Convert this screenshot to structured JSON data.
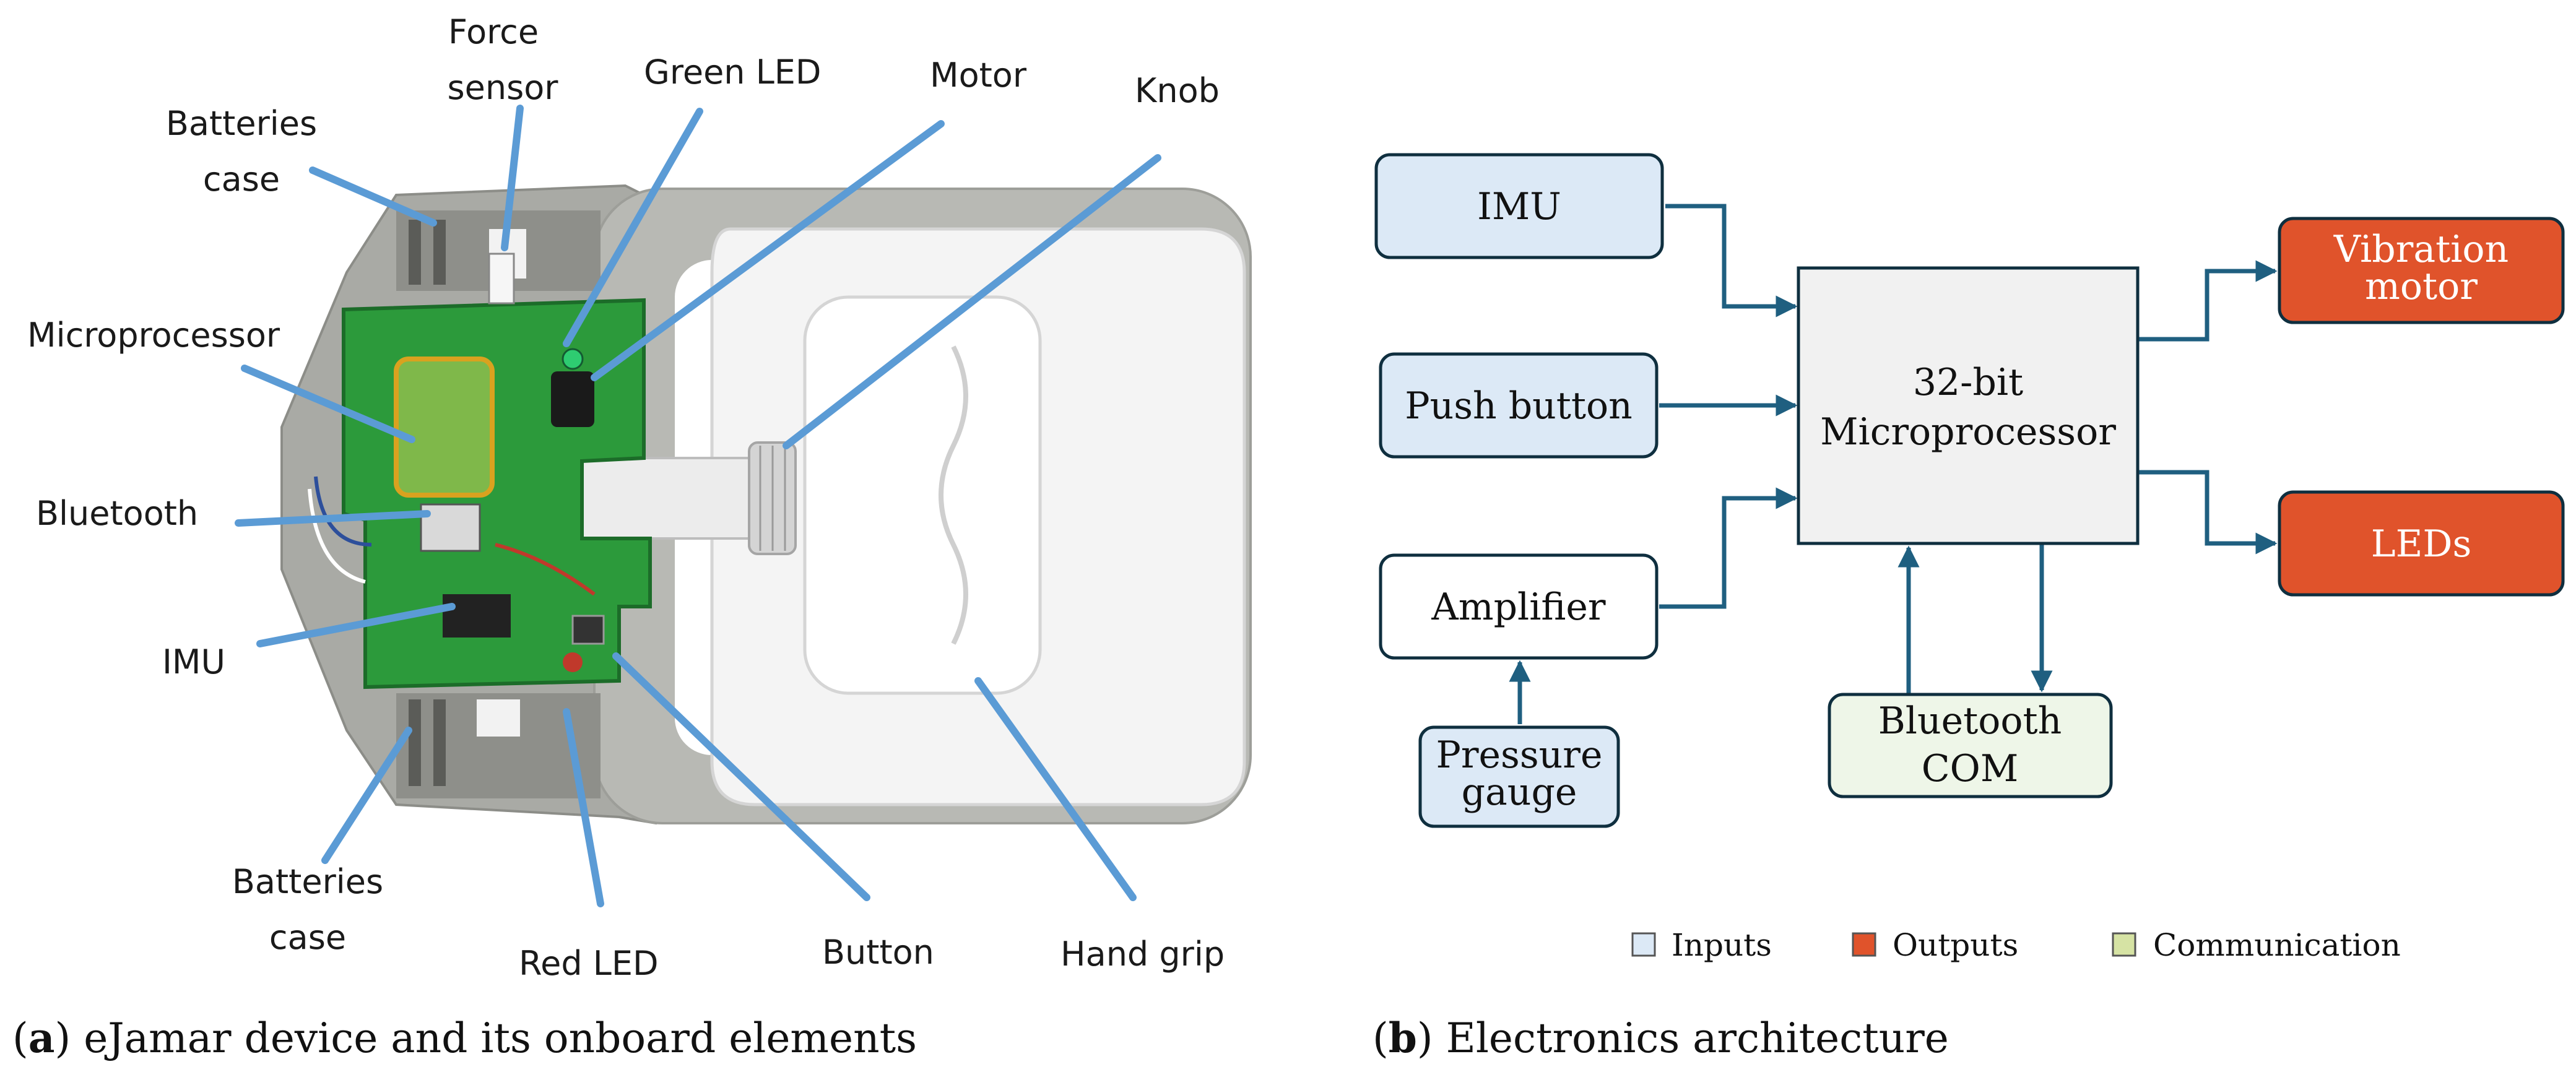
{
  "panel_a": {
    "caption_letter": "a",
    "caption_text": "eJamar device and its onboard elements",
    "callouts": {
      "batteries_case_top": [
        "Batteries",
        "case"
      ],
      "force_sensor": [
        "Force",
        "sensor"
      ],
      "green_led": "Green LED",
      "motor": "Motor",
      "knob": "Knob",
      "microprocessor": "Microprocessor",
      "bluetooth": "Bluetooth",
      "imu": "IMU",
      "batteries_case_bottom": [
        "Batteries",
        "case"
      ],
      "red_led": "Red LED",
      "button": "Button",
      "hand_grip": "Hand grip"
    }
  },
  "panel_b": {
    "caption_letter": "b",
    "caption_text": "Electronics architecture",
    "boxes": {
      "imu": [
        "IMU"
      ],
      "push_button": [
        "Push button"
      ],
      "amplifier": [
        "Amplifier"
      ],
      "pressure_gauge": [
        "Pressure",
        "gauge"
      ],
      "microprocessor": [
        "32-bit",
        "Microprocessor"
      ],
      "bluetooth_com": [
        "Bluetooth",
        "COM"
      ],
      "vibration_motor": [
        "Vibration",
        "motor"
      ],
      "leds": [
        "LEDs"
      ]
    },
    "legend": [
      {
        "label": "Inputs",
        "color": "#dce9f6"
      },
      {
        "label": "Outputs",
        "color": "#e0532b"
      },
      {
        "label": "Communication",
        "color": "#d6e3a4"
      }
    ],
    "colors": {
      "input_fill": "#dce9f6",
      "output_fill": "#e0532b",
      "comm_fill": "#eef6e8",
      "processor_fill": "#f1f1f1",
      "arrow": "#1f5f80",
      "callout_line": "#5b9bd5"
    }
  }
}
